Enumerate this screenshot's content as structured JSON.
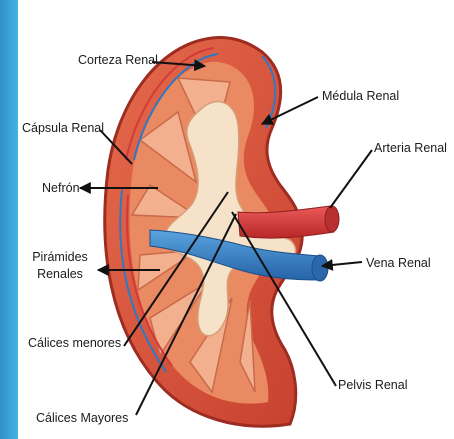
{
  "diagram": {
    "labels": {
      "corteza_renal": "Corteza Renal",
      "capsula_renal": "Cápsula Renal",
      "medula_renal": "Médula Renal",
      "arteria_renal": "Arteria Renal",
      "nefron": "Nefrón",
      "piramides_line1": "Pirámides",
      "piramides_line2": "Renales",
      "vena_renal": "Vena Renal",
      "calices_menores": "Cálices menores",
      "pelvis_renal": "Pelvis Renal",
      "calices_mayores": "Cálices Mayores"
    },
    "colors": {
      "background_accent": "#3aa3d6",
      "cortex": "#d9533f",
      "capsule": "#b8392a",
      "medulla": "#e98a63",
      "pyramids": "#f3b08f",
      "pelvis": "#f6e2c9",
      "artery": "#d33a3a",
      "vein": "#2f79c4",
      "leader_lines": "#111111"
    }
  }
}
